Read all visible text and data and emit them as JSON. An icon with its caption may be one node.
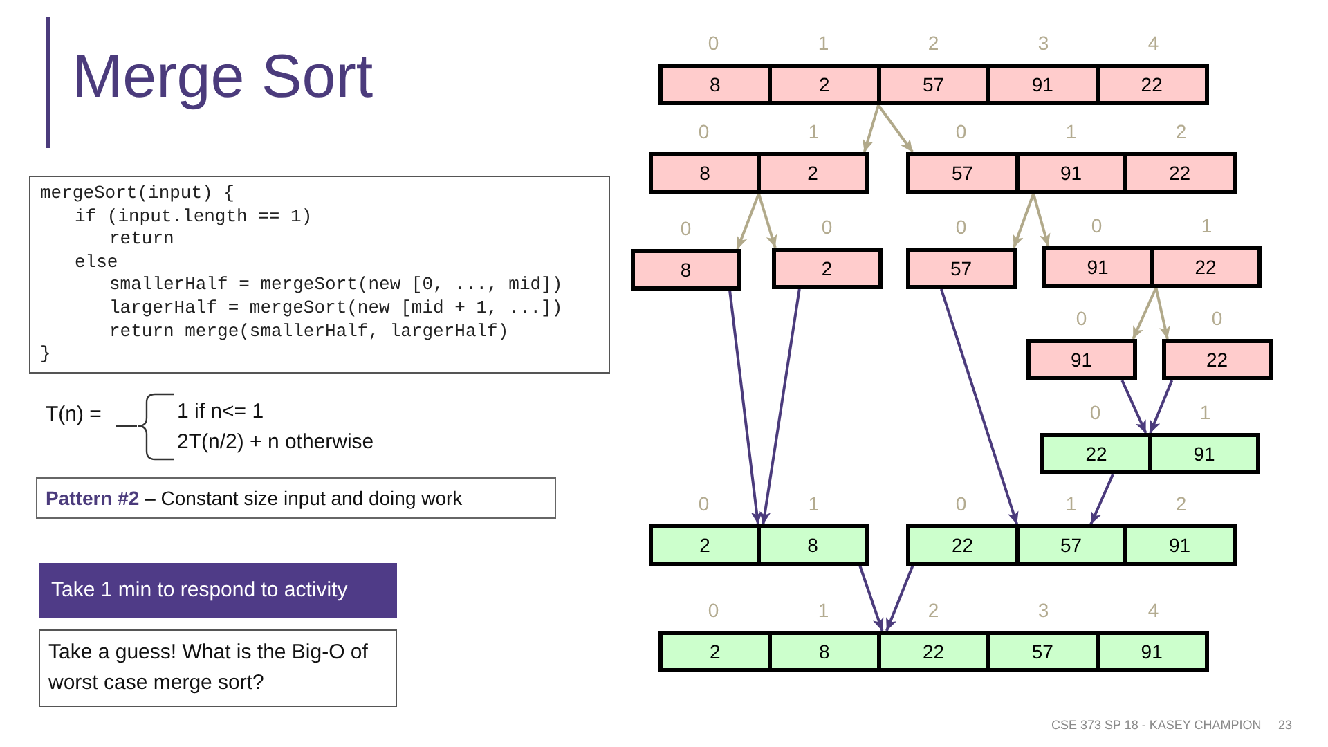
{
  "diagram": {
    "title": "Merge Sort",
    "nodes": [
      {
        "text": [
          "mergeSort(input) {",
          "if (input.length == 1)",
          "return",
          "else",
          "smallerHalf = mergeSort(new [0, ..., mid])",
          "largerHalf = mergeSort(new [mid + 1, ...])",
          "return merge(smallerHalf, largerHalf)",
          "}"
        ]
      },
      {
        "text": [
          "**Pattern #2** – Constant size input and doing work"
        ]
      },
      {
        "text": [
          "Take 1 min to respond to activity"
        ]
      },
      {
        "text": [
          "Take a guess! What is the Big-O of worst case merge sort?"
        ]
      },
      {
        "text": [
          "8",
          "2",
          "57",
          "91",
          "22"
        ],
        "beside": [
          "0",
          "1",
          "2",
          "3",
          "4"
        ]
      },
      {
        "text": [
          "8",
          "2"
        ],
        "beside": [
          "0",
          "1"
        ]
      },
      {
        "text": [
          "57",
          "91",
          "22"
        ],
        "beside": [
          "0",
          "1",
          "2"
        ]
      },
      {
        "text": [
          "8"
        ],
        "beside": [
          "0"
        ]
      },
      {
        "text": [
          "2"
        ],
        "beside": [
          "0"
        ]
      },
      {
        "text": [
          "57"
        ],
        "beside": [
          "0"
        ]
      },
      {
        "text": [
          "91",
          "22"
        ],
        "beside": [
          "0",
          "1"
        ]
      },
      {
        "text": [
          "91"
        ],
        "beside": [
          "0"
        ]
      },
      {
        "text": [
          "22"
        ],
        "beside": [
          "0"
        ]
      },
      {
        "text": [
          "22",
          "91"
        ],
        "beside": [
          "0",
          "1"
        ]
      },
      {
        "text": [
          "2",
          "8"
        ],
        "beside": [
          "0",
          "1"
        ]
      },
      {
        "text": [
          "22",
          "57",
          "91"
        ],
        "beside": [
          "0",
          "1",
          "2"
        ]
      },
      {
        "text": [
          "2",
          "8",
          "22",
          "57",
          "91"
        ],
        "beside": [
          "0",
          "1",
          "2",
          "3",
          "4"
        ]
      }
    ],
    "edges": [
      {
        "from": 4,
        "to": 5,
        "arrow": "to",
        "color": "#b1a98a"
      },
      {
        "from": 4,
        "to": 6,
        "arrow": "to",
        "color": "#b1a98a"
      },
      {
        "from": 5,
        "to": 7,
        "arrow": "to",
        "color": "#b1a98a"
      },
      {
        "from": 5,
        "to": 8,
        "arrow": "to",
        "color": "#b1a98a"
      },
      {
        "from": 6,
        "to": 9,
        "arrow": "to",
        "color": "#b1a98a"
      },
      {
        "from": 6,
        "to": 10,
        "arrow": "to",
        "color": "#b1a98a"
      },
      {
        "from": 10,
        "to": 11,
        "arrow": "to",
        "color": "#b1a98a"
      },
      {
        "from": 10,
        "to": 12,
        "arrow": "to",
        "color": "#b1a98a"
      },
      {
        "from": 11,
        "to": 13,
        "arrow": "to",
        "color": "#4b3b7c"
      },
      {
        "from": 12,
        "to": 13,
        "arrow": "to",
        "color": "#4b3b7c"
      },
      {
        "from": 7,
        "to": 14,
        "arrow": "to",
        "color": "#4b3b7c"
      },
      {
        "from": 8,
        "to": 14,
        "arrow": "to",
        "color": "#4b3b7c"
      },
      {
        "from": 9,
        "to": 15,
        "arrow": "to",
        "color": "#4b3b7c"
      },
      {
        "from": 13,
        "to": 15,
        "arrow": "to",
        "color": "#4b3b7c"
      },
      {
        "from": 14,
        "to": 16,
        "arrow": "to",
        "color": "#4b3b7c"
      },
      {
        "from": 15,
        "to": 16,
        "arrow": "to",
        "color": "#4b3b7c"
      }
    ],
    "labels": [
      "T(n) =",
      "1 if n<= 1",
      "2T(n/2) + n otherwise",
      "CSE 373 SP 18 - KASEY CHAMPION",
      "23"
    ]
  }
}
